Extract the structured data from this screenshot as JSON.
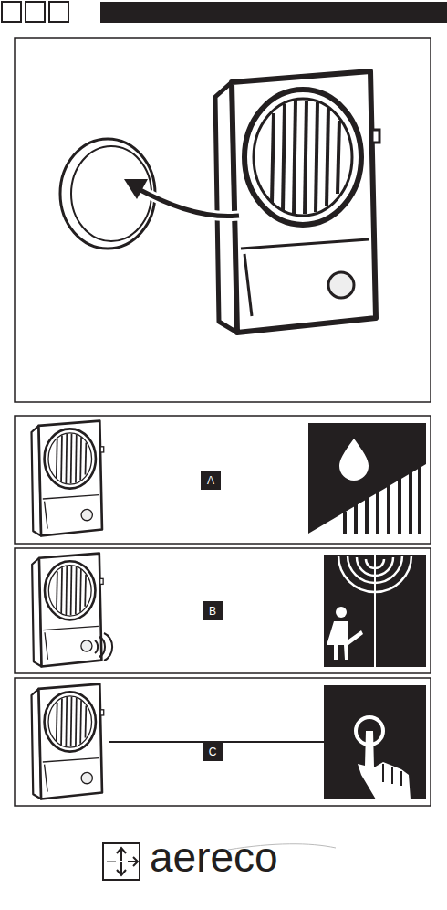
{
  "diagram": {
    "nodes": [
      {
        "text": [
          "A"
        ]
      },
      {
        "text": [
          "B"
        ]
      },
      {
        "text": [
          "C"
        ]
      }
    ],
    "labels": [
      "aereco"
    ]
  }
}
